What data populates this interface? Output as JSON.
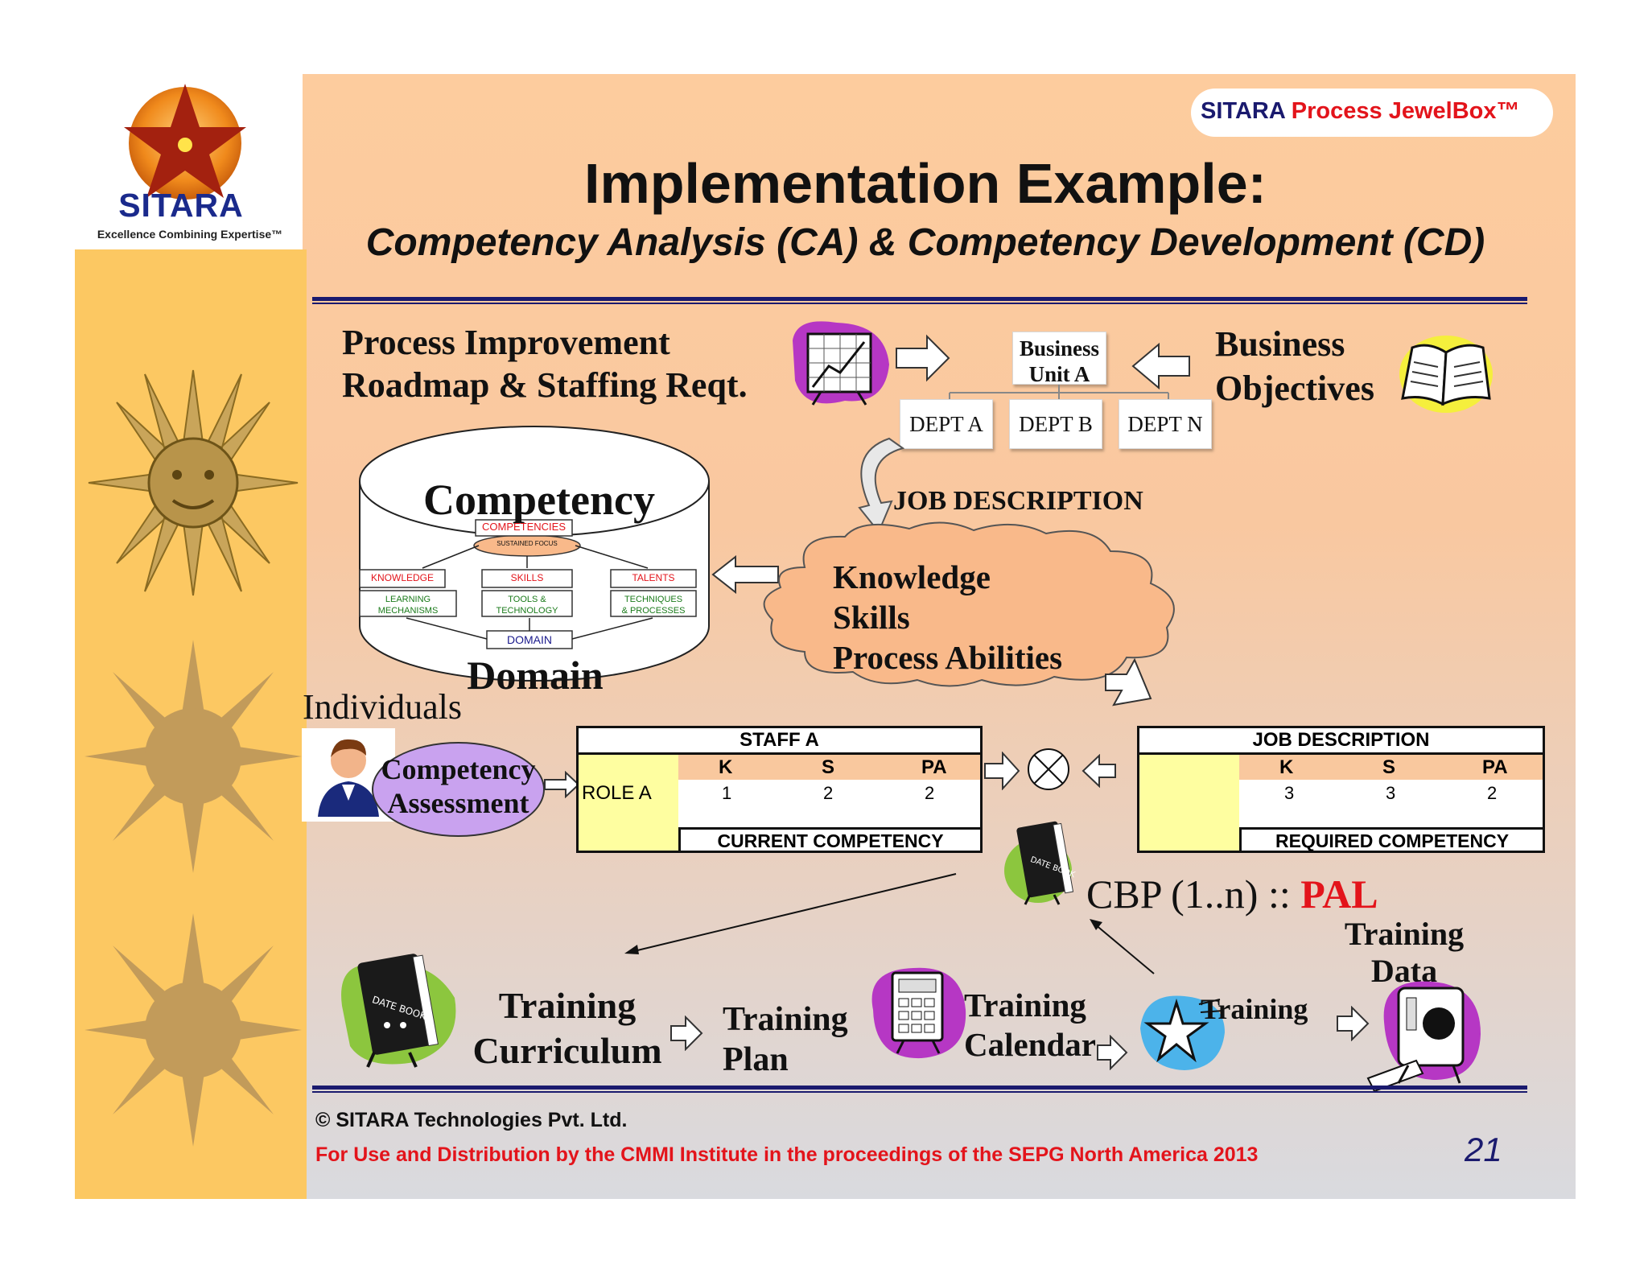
{
  "logo": {
    "name": "SITARA",
    "tagline": "Excellence Combining Expertise™"
  },
  "badge": {
    "sitara": "SITARA",
    "rest": " Process JewelBox™"
  },
  "title": "Implementation Example:",
  "subtitle": "Competency Analysis (CA) & Competency Development (CD)",
  "top": {
    "roadmap": [
      "Process Improvement",
      "Roadmap & Staffing Reqt."
    ],
    "business_unit": [
      "Business",
      "Unit A"
    ],
    "depts": [
      "DEPT A",
      "DEPT B",
      "DEPT N"
    ],
    "objectives": [
      "Business",
      "Objectives"
    ],
    "job_description": "JOB DESCRIPTION"
  },
  "cylinder": {
    "top": "Competency",
    "bottom": "Domain",
    "competencies": "COMPETENCIES",
    "sustained_focus": "SUSTAINED FOCUS",
    "row1": [
      "KNOWLEDGE",
      "SKILLS",
      "TALENTS"
    ],
    "row2": [
      [
        "LEARNING",
        "MECHANISMS"
      ],
      [
        "TOOLS &",
        "TECHNOLOGY"
      ],
      [
        "TECHNIQUES",
        "& PROCESSES"
      ]
    ],
    "domain": "DOMAIN"
  },
  "cloud": {
    "lines": [
      "Knowledge",
      "Skills",
      "Process Abilities"
    ]
  },
  "individuals": "Individuals",
  "assessment": [
    "Competency",
    "Assessment"
  ],
  "staff_table": {
    "title": "STAFF A",
    "role": "ROLE A",
    "headers": [
      "K",
      "S",
      "PA"
    ],
    "values": [
      "1",
      "2",
      "2"
    ],
    "footer": "CURRENT COMPETENCY"
  },
  "job_table": {
    "title": "JOB DESCRIPTION",
    "headers": [
      "K",
      "S",
      "PA"
    ],
    "values": [
      "3",
      "3",
      "2"
    ],
    "footer": "REQUIRED COMPETENCY"
  },
  "cbp": {
    "text": "CBP (1..n) :: ",
    "pal": "PAL"
  },
  "flow": {
    "curriculum": [
      "Training",
      "Curriculum"
    ],
    "plan": [
      "Training",
      "Plan"
    ],
    "calendar": [
      "Training",
      "Calendar"
    ],
    "training": "Training",
    "data": [
      "Training",
      "Data"
    ]
  },
  "footer": {
    "copyright": "© SITARA Technologies Pvt. Ltd.",
    "distribution": "For Use and Distribution by the CMMI Institute in the proceedings of the SEPG  North America 2013",
    "page": "21"
  },
  "colors": {
    "navy": "#1a1a6e",
    "red": "#e3141b",
    "band": "#fcc862",
    "yellow_cell": "#fefea0",
    "peach_row": "#f9c89e"
  }
}
